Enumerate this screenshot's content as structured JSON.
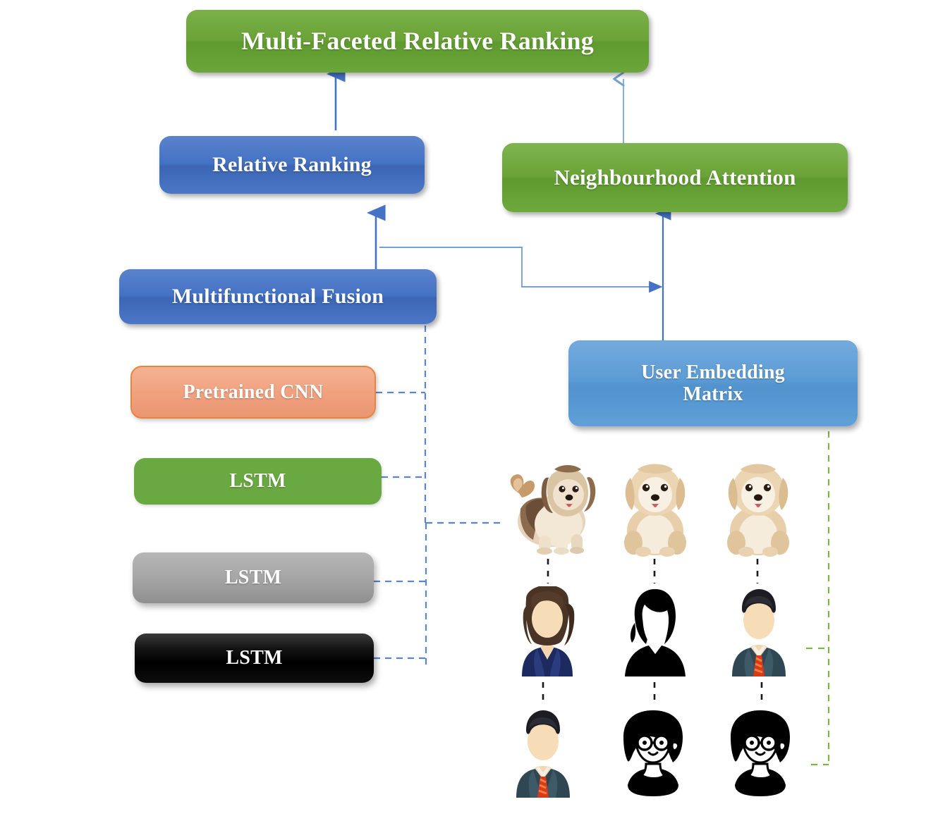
{
  "diagram": {
    "title_box": {
      "label": "Multi-Faceted Relative Ranking"
    },
    "nodes": [
      {
        "id": "relative-ranking",
        "label": "Relative Ranking",
        "color": "#4472c4"
      },
      {
        "id": "neighbourhood-attention",
        "label": "Neighbourhood Attention",
        "color": "#6aa337"
      },
      {
        "id": "multifunctional-fusion",
        "label": "Multifunctional Fusion",
        "color": "#4472c4"
      },
      {
        "id": "user-embedding-matrix",
        "label": "User Embedding\nMatrix",
        "color": "#5b9bd5"
      },
      {
        "id": "pretrained-cnn",
        "label": "Pretrained CNN",
        "color": "#f0a27f"
      },
      {
        "id": "lstm-green",
        "label": "LSTM",
        "color": "#6aa842"
      },
      {
        "id": "lstm-grey",
        "label": "LSTM",
        "color": "#a8a8a8"
      },
      {
        "id": "lstm-black",
        "label": "LSTM",
        "color": "#000000"
      }
    ],
    "labels": {
      "multi_faceted_relative_ranking": "Multi-Faceted Relative Ranking",
      "relative_ranking": "Relative Ranking",
      "neighbourhood_attention": "Neighbourhood Attention",
      "multifunctional_fusion": "Multifunctional Fusion",
      "user_embedding_line1": "User Embedding",
      "user_embedding_line2": "Matrix",
      "pretrained_cnn": "Pretrained CNN",
      "lstm_green": "LSTM",
      "lstm_grey": "LSTM",
      "lstm_black": "LSTM"
    },
    "colors": {
      "green": "#6aa337",
      "green_flat": "#6aa842",
      "blue_dark": "#4472c4",
      "blue_light": "#5b9bd5",
      "salmon": "#f0a27f",
      "salmon_border": "#e8843f",
      "grey": "#a8a8a8",
      "black": "#000000",
      "arrow_blue": "#4472c4",
      "arrow_blue_light": "#74a0d8",
      "dashed_blue": "#5b84d0",
      "dashed_green": "#7cb342",
      "dashed_black": "#1a1a1a",
      "background": "#ffffff"
    },
    "connectors": [
      {
        "name": "fusion-to-relative-ranking",
        "style": "solid-arrow",
        "color": "#4472c4"
      },
      {
        "name": "relative-ranking-to-title",
        "style": "solid-arrow",
        "color": "#4472c4"
      },
      {
        "name": "neighbourhood-to-title",
        "style": "open-arrow",
        "color": "#74a0d8"
      },
      {
        "name": "user-embedding-to-neighbourhood",
        "style": "solid-arrow",
        "color": "#4472c4"
      },
      {
        "name": "fusion-branch-to-user-embedding-line",
        "style": "solid-arrow",
        "color": "#74a0d8"
      },
      {
        "name": "fusion-to-feature-stack",
        "style": "dashed",
        "color": "#5b84d0"
      },
      {
        "name": "user-embedding-to-user-grid",
        "style": "dashed",
        "color": "#7cb342"
      }
    ],
    "grid": {
      "rows": [
        {
          "name": "item-row",
          "items": [
            {
              "name": "dog-photo-havanese-standing",
              "kind": "photo"
            },
            {
              "name": "dog-photo-puppy-sitting-1",
              "kind": "photo"
            },
            {
              "name": "dog-photo-puppy-sitting-2",
              "kind": "photo"
            }
          ]
        },
        {
          "name": "user-row-1",
          "items": [
            {
              "name": "avatar-woman-navy-blazer",
              "kind": "avatar"
            },
            {
              "name": "avatar-woman-silhouette",
              "kind": "avatar"
            },
            {
              "name": "avatar-man-suit-red-tie",
              "kind": "avatar"
            }
          ]
        },
        {
          "name": "user-row-2",
          "items": [
            {
              "name": "avatar-man-suit-red-tie",
              "kind": "avatar"
            },
            {
              "name": "avatar-woman-glasses-cartoon-1",
              "kind": "avatar"
            },
            {
              "name": "avatar-woman-glasses-cartoon-2",
              "kind": "avatar"
            }
          ]
        }
      ]
    }
  }
}
